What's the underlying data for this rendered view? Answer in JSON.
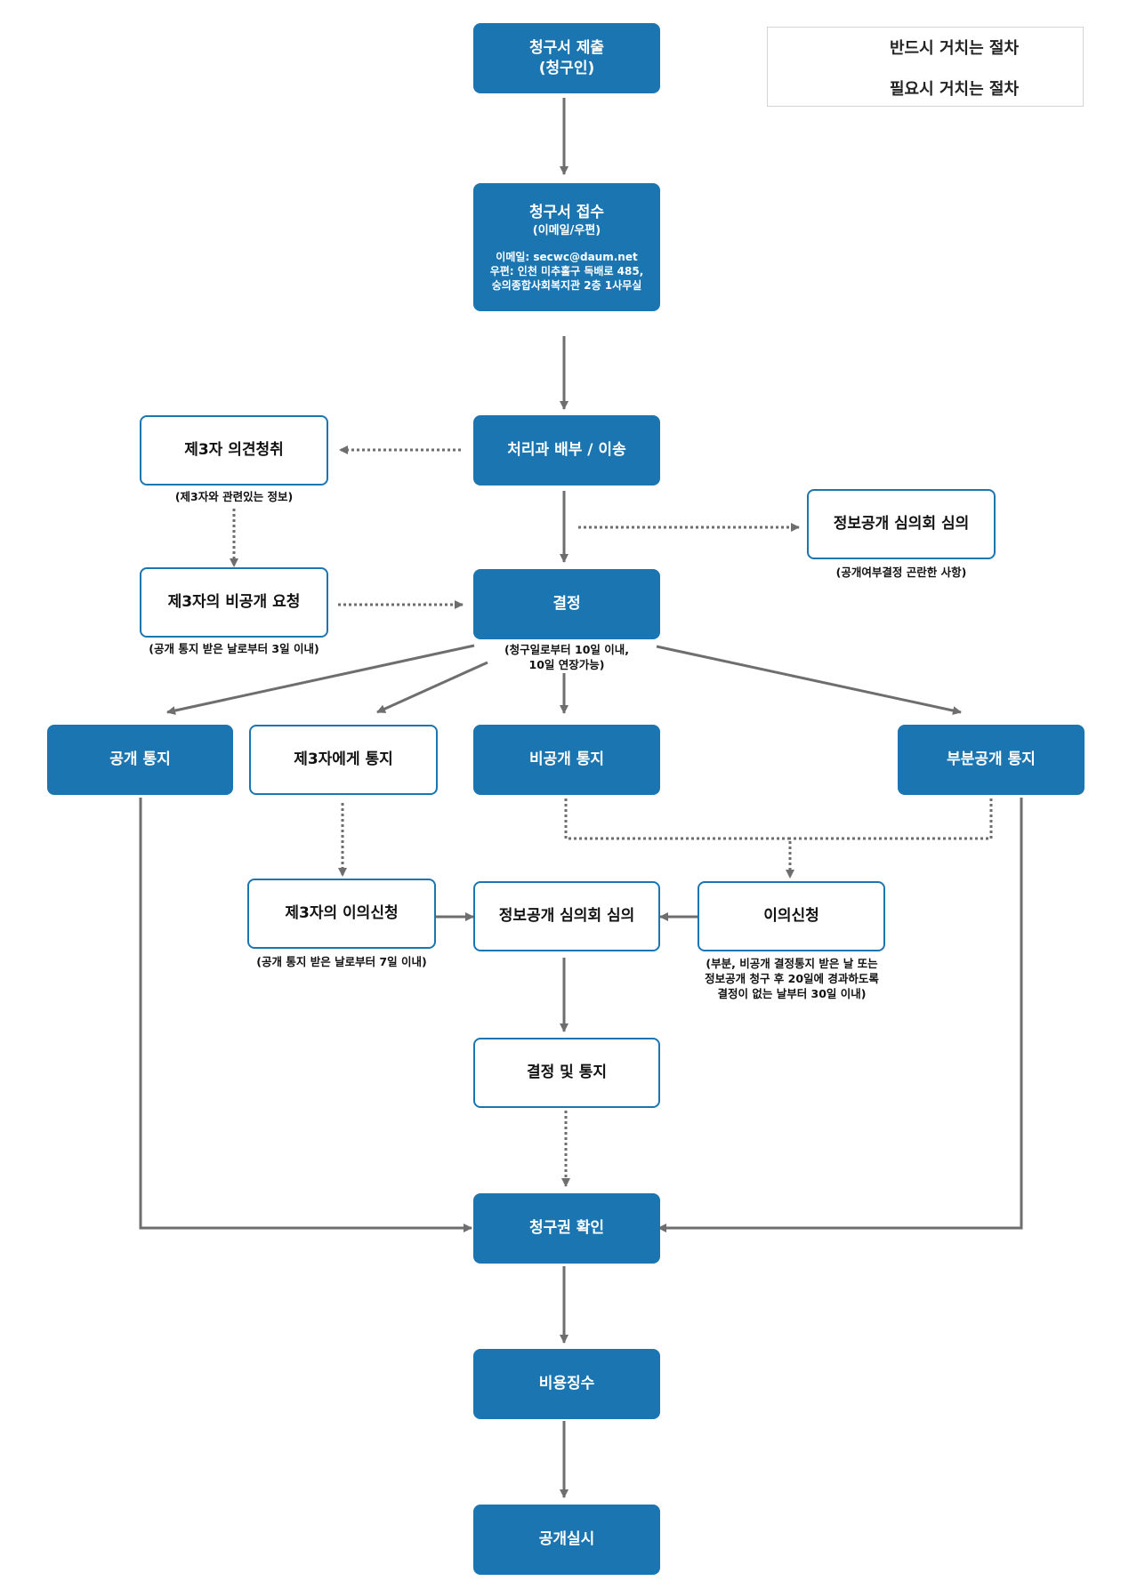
{
  "legend": {
    "solid_label": "반드시 거치는 절차",
    "dotted_label": "필요시 거치는 절차"
  },
  "nodes": {
    "submit": {
      "line1": "청구서 제출",
      "line2": "(청구인)"
    },
    "receive": {
      "line1": "청구서 접수",
      "line2": "(이메일/우편)",
      "email": "이메일: secwc@daum.net",
      "addr1": "우편: 인천 미추홀구 독배로 485,",
      "addr2": "숭의종합사회복지관 2층 1사무실"
    },
    "process": {
      "label": "처리과 배부 / 이송"
    },
    "third_opinion": {
      "label": "제3자 의견청취",
      "note": "(제3자와 관련있는 정보)"
    },
    "committee_top": {
      "label": "정보공개 심의회 심의",
      "note": "(공개여부결정 곤란한 사항)"
    },
    "third_request": {
      "label": "제3자의 비공개 요청",
      "note": "(공개 통지 받은 날로부터 3일 이내)"
    },
    "decision": {
      "label": "결정",
      "note1": "(청구일로부터 10일 이내,",
      "note2": "10일 연장가능)"
    },
    "notice_open": {
      "label": "공개 통지"
    },
    "notice_third": {
      "label": "제3자에게 통지"
    },
    "notice_closed": {
      "label": "비공개 통지"
    },
    "notice_partial": {
      "label": "부분공개 통지"
    },
    "third_objection": {
      "label": "제3자의 이의신청",
      "note": "(공개 통지 받은 날로부터 7일 이내)"
    },
    "committee_mid": {
      "label": "정보공개 심의회 심의"
    },
    "objection": {
      "label": "이의신청",
      "note1": "(부분, 비공개 결정통지 받은 날 또는",
      "note2": "정보공개 청구 후 20일에 경과하도록",
      "note3": "결정이 없는 날부터 30일 이내)"
    },
    "final_decision": {
      "label": "결정 및 통지"
    },
    "claim_check": {
      "label": "청구권 확인"
    },
    "fee": {
      "label": "비용징수"
    },
    "disclose": {
      "label": "공개실시"
    }
  },
  "colors": {
    "accent": "#1b75b1",
    "arrow": "#6e6e6e"
  }
}
